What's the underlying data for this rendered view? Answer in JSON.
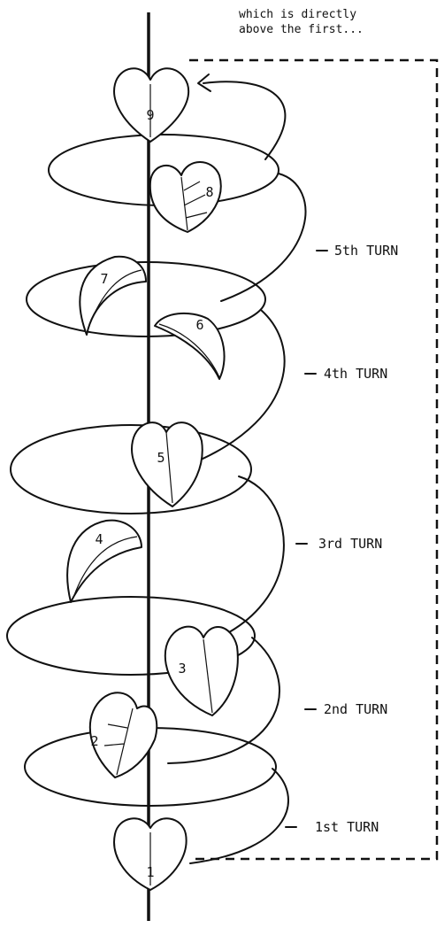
{
  "caption": {
    "line1": "which is directly",
    "line2": "above the first..."
  },
  "leaves": [
    "1",
    "2",
    "3",
    "4",
    "5",
    "6",
    "7",
    "8",
    "9"
  ],
  "turns": [
    "1st TURN",
    "2nd TURN",
    "3rd TURN",
    "4th TURN",
    "5th TURN"
  ],
  "colors": {
    "ink": "#111111",
    "paper": "#ffffff"
  }
}
